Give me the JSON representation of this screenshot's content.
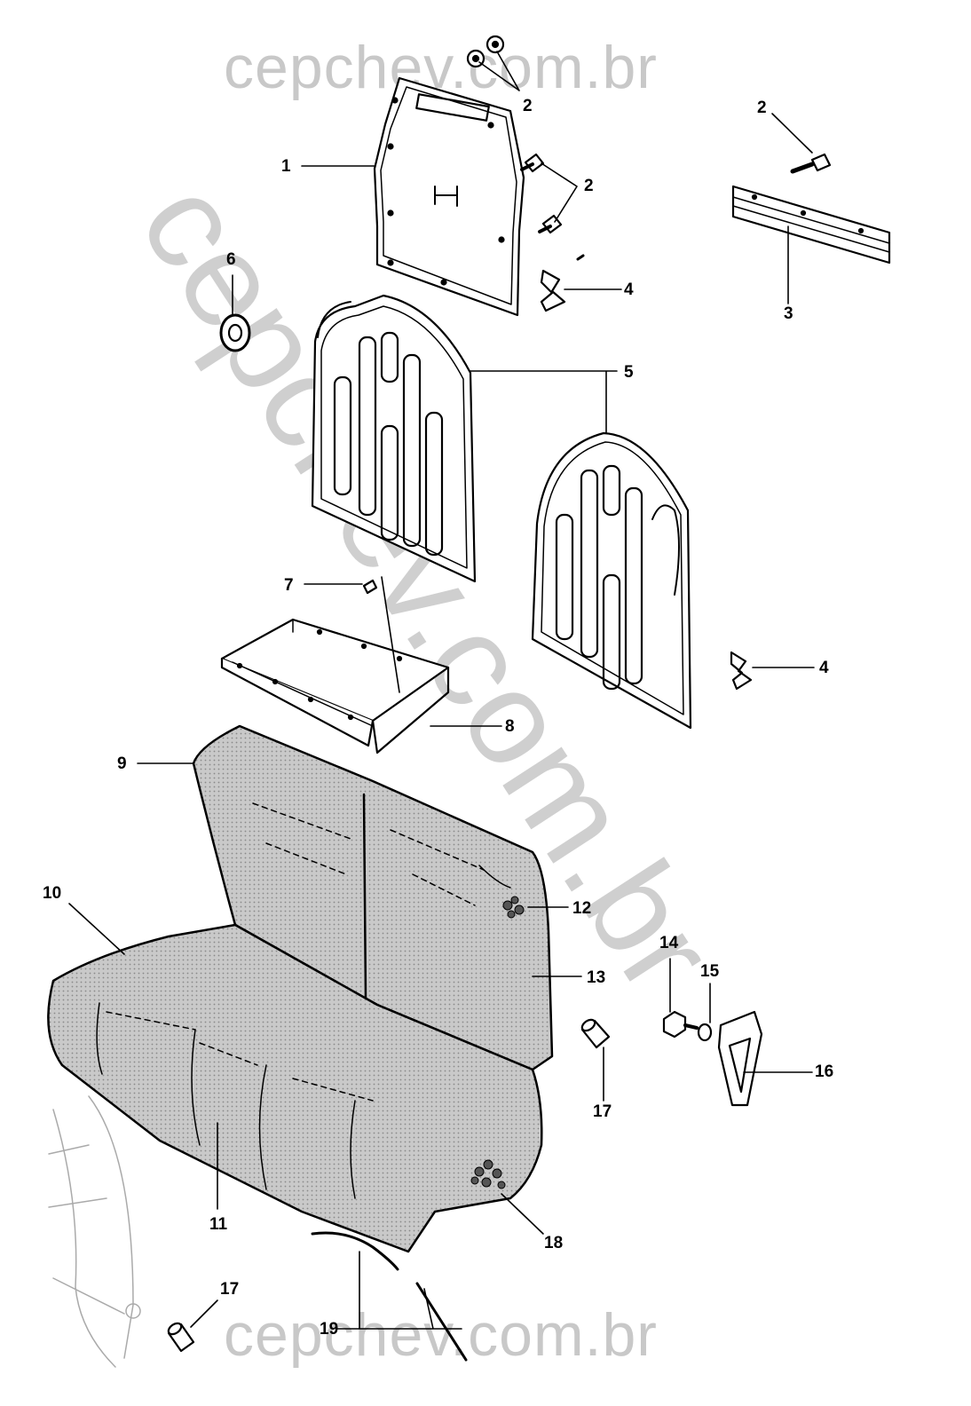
{
  "watermarks": {
    "top": "cepchev.com.br",
    "bottom": "cepchev.com.br",
    "diagonal": "cepchev.com.br"
  },
  "callouts": {
    "c1": "1",
    "c2a": "2",
    "c2b": "2",
    "c2c": "2",
    "c3": "3",
    "c4a": "4",
    "c4b": "4",
    "c5": "5",
    "c6": "6",
    "c7": "7",
    "c8": "8",
    "c9": "9",
    "c10": "10",
    "c11": "11",
    "c12": "12",
    "c13": "13",
    "c14": "14",
    "c15": "15",
    "c16": "16",
    "c17a": "17",
    "c17b": "17",
    "c18": "18",
    "c19": "19"
  }
}
